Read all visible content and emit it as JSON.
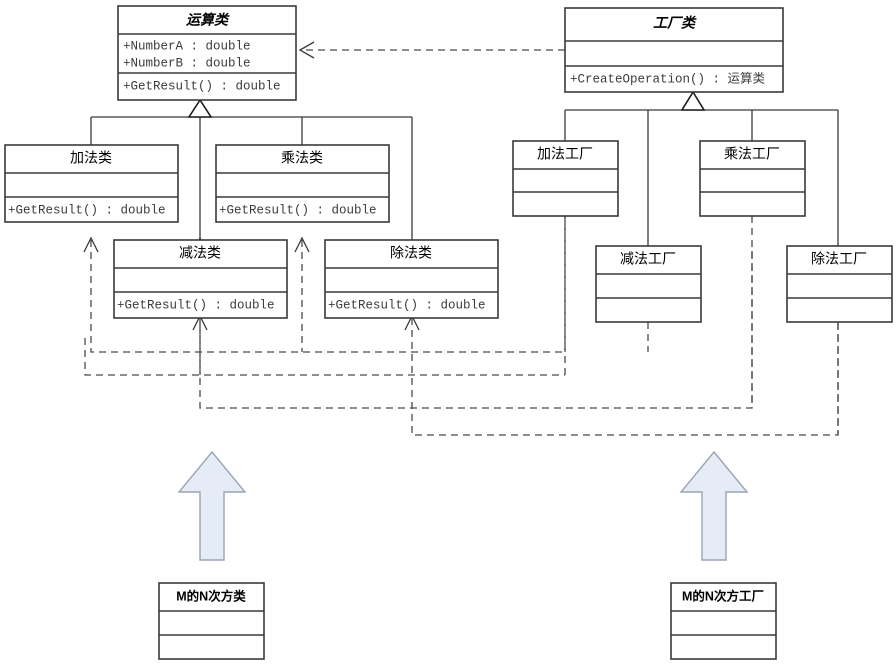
{
  "diagram": {
    "title": "Factory Method Pattern UML Class Diagram",
    "type": "uml-class-diagram",
    "colors": {
      "box_stroke": "#3a3a3a",
      "box_fill": "#ffffff",
      "line": "#4a4a4a",
      "big_arrow_fill": "#e6ecf6",
      "big_arrow_stroke": "#9aa4b4"
    }
  },
  "classes": {
    "operation": {
      "name": "运算类",
      "attributes": [
        "+NumberA : double",
        "+NumberB : double"
      ],
      "methods": [
        "+GetResult() : double"
      ]
    },
    "factory": {
      "name": "工厂类",
      "attributes": [],
      "methods": [
        "+CreateOperation() : 运算类"
      ]
    },
    "add": {
      "name": "加法类",
      "attributes": [],
      "methods": [
        "+GetResult() : double"
      ]
    },
    "mul": {
      "name": "乘法类",
      "attributes": [],
      "methods": [
        "+GetResult() : double"
      ]
    },
    "sub": {
      "name": "减法类",
      "attributes": [],
      "methods": [
        "+GetResult() : double"
      ]
    },
    "div": {
      "name": "除法类",
      "attributes": [],
      "methods": [
        "+GetResult() : double"
      ]
    },
    "add_factory": {
      "name": "加法工厂",
      "attributes": [],
      "methods": []
    },
    "mul_factory": {
      "name": "乘法工厂",
      "attributes": [],
      "methods": []
    },
    "sub_factory": {
      "name": "减法工厂",
      "attributes": [],
      "methods": []
    },
    "div_factory": {
      "name": "除法工厂",
      "attributes": [],
      "methods": []
    },
    "pow_class": {
      "name": "M的N次方类",
      "attributes": [],
      "methods": []
    },
    "pow_factory": {
      "name": "M的N次方工厂",
      "attributes": [],
      "methods": []
    }
  }
}
